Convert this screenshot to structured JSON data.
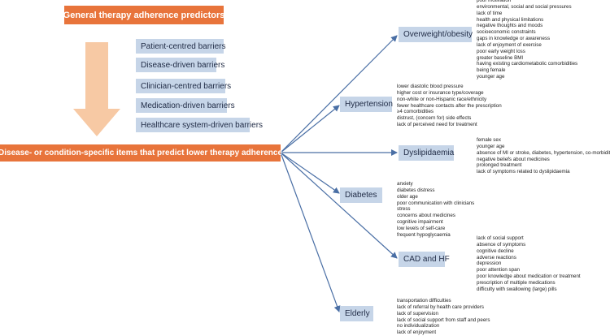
{
  "header": {
    "title": "General therapy adherence predictors"
  },
  "barriers": [
    "Patient-centred barriers",
    "Disease-driven barriers",
    "Clinician-centred barriers",
    "Medication-driven barriers",
    "Healthcare system-driven barriers"
  ],
  "main_label": "Disease- or condition-specific items that predict lower therapy adherence",
  "categories": [
    {
      "label": "Overweight/obesity",
      "items": [
        "poor motivation",
        "environmental, social and social pressures",
        "lack of time",
        "health and physical limitations",
        "negative thoughts and moods",
        "socioeconomic constraints",
        "gaps in knowledge or awareness",
        "lack of enjoyment of exercise",
        "poor early weight loss",
        "greater baseline BMI",
        "having existing cardiometabolic comorbidities",
        "being female",
        "younger age"
      ]
    },
    {
      "label": "Hypertension",
      "items": [
        "lower diastolic blood pressure",
        "higher cost or insurance type/coverage",
        "non-white or non-Hispanic race/ethnicity",
        "fewer healthcare contacts after the prescription",
        "≥4 comorbidities",
        "distrust, (concern for) side effects",
        "lack of perceived need for treatment"
      ]
    },
    {
      "label": "Dyslipidaemia",
      "items": [
        "female sex",
        "younger age",
        "absence of MI or stroke, diabetes, hypertension, co-morbidities",
        "negative beliefs about medicines",
        "prolonged treatment",
        "lack of symptoms related to dyslipidaemia"
      ]
    },
    {
      "label": "Diabetes",
      "items": [
        "anxiety",
        "diabetes distress",
        "older age",
        "poor communication with clinicians",
        "stress",
        "concerns about medicines",
        "cognitive impairment",
        "low levels of self-care",
        "frequent hypoglycaemia"
      ]
    },
    {
      "label": "CAD and HF",
      "items": [
        "lack of social support",
        "absence of symptoms",
        "cognitive decline",
        "adverse reactions",
        "depression",
        "poor attention span",
        "poor knowledge about medication or treatment",
        "prescription of multiple medications",
        "difficulty with swallowing (large) pills"
      ]
    },
    {
      "label": "Elderly",
      "items": [
        "transportation difficulties",
        "lack of referral by health care providers",
        "lack of supervision",
        "lack of social support from staff and peers",
        "no individualization",
        "lack of enjoyment"
      ]
    }
  ],
  "colors": {
    "orange": "#e8743b",
    "box_blue": "#c6d5e8",
    "arrow_blue": "#4a6fa5",
    "down_arrow": "#f7c9a4"
  }
}
